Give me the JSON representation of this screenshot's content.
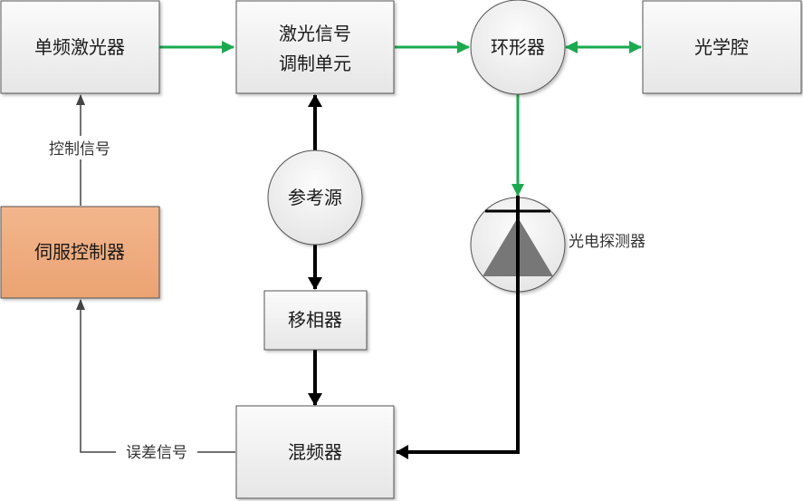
{
  "diagram": {
    "nodes": {
      "laser": {
        "label": "单频激光器",
        "shape": "rect"
      },
      "modulator": {
        "label_line1": "激光信号",
        "label_line2": "调制单元",
        "shape": "rect"
      },
      "circulator": {
        "label": "环形器",
        "shape": "circle"
      },
      "cavity": {
        "label": "光学腔",
        "shape": "rect"
      },
      "reference": {
        "label": "参考源",
        "shape": "circle"
      },
      "phase_shifter": {
        "label": "移相器",
        "shape": "rect"
      },
      "mixer": {
        "label": "混频器",
        "shape": "rect"
      },
      "servo": {
        "label": "伺服控制器",
        "shape": "rect",
        "fill": "#EFAE7E"
      },
      "photodetector": {
        "label": "光电探测器",
        "shape": "photodiode-symbol"
      }
    },
    "edge_labels": {
      "control_signal": "控制信号",
      "error_signal": "误差信号"
    },
    "edges": [
      {
        "from": "单频激光器",
        "to": "激光信号调制单元",
        "type": "optical"
      },
      {
        "from": "激光信号调制单元",
        "to": "环形器",
        "type": "optical"
      },
      {
        "from": "环形器",
        "to": "光学腔",
        "type": "optical-bidirectional"
      },
      {
        "from": "环形器",
        "to": "光电探测器",
        "type": "optical"
      },
      {
        "from": "参考源",
        "to": "激光信号调制单元",
        "type": "electrical"
      },
      {
        "from": "参考源",
        "to": "移相器",
        "type": "electrical"
      },
      {
        "from": "移相器",
        "to": "混频器",
        "type": "electrical"
      },
      {
        "from": "光电探测器",
        "to": "混频器",
        "type": "electrical"
      },
      {
        "from": "混频器",
        "to": "伺服控制器",
        "type": "signal",
        "label": "误差信号"
      },
      {
        "from": "伺服控制器",
        "to": "单频激光器",
        "type": "signal",
        "label": "控制信号"
      }
    ],
    "colors": {
      "optical": "#1AAA4E",
      "electrical": "#000000",
      "signal": "#444444",
      "node_fill_top": "#FAFAFA",
      "node_fill_bottom": "#E8E8E8",
      "node_border": "#555555",
      "servo_fill_top": "#F2B48A",
      "servo_fill_bottom": "#EBA574",
      "photodiode_triangle": "#777777"
    }
  }
}
